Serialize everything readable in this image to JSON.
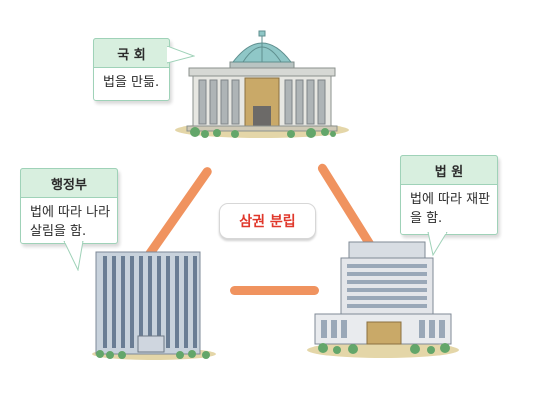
{
  "center": {
    "label": "삼권 분립"
  },
  "national_assembly": {
    "title": "국 회",
    "description": "법을 만듦."
  },
  "executive": {
    "title": "행정부",
    "description": "법에 따라 나라\n살림을 함."
  },
  "court": {
    "title": "법 원",
    "description": "법에 따라 재판\n을 함."
  },
  "colors": {
    "connector": "#f0935f",
    "center_text": "#e0372b",
    "callout_header": "#d8efdf",
    "callout_border": "#9fd2b8"
  },
  "icons": [
    "national-assembly-building",
    "government-building",
    "court-building"
  ]
}
